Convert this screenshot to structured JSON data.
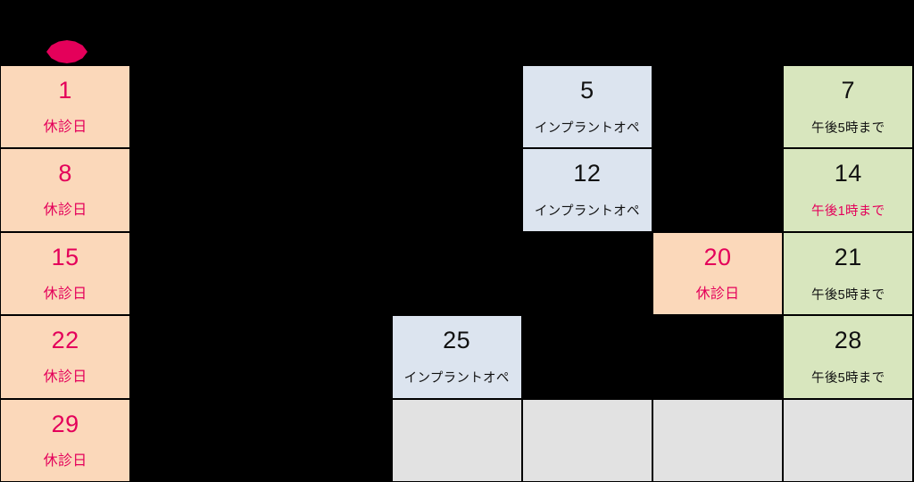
{
  "calendar": {
    "marker": {
      "name": "lens-marker",
      "color": "#E4005A"
    },
    "colors": {
      "background": "#000000",
      "closed_bg": "#FBD8BA",
      "implant_bg": "#DCE4EF",
      "shorthours_bg": "#D8E6BE",
      "inactive_bg": "#E2E2E2",
      "accent_pink": "#E4005A",
      "text_black": "#111111"
    },
    "columns": 7,
    "rows": 5,
    "cells": [
      {
        "day": "1",
        "note": "休診日",
        "type": "closed",
        "num_color": "pink",
        "note_color": "pink"
      },
      {
        "day": "",
        "note": "",
        "type": "empty",
        "num_color": "",
        "note_color": ""
      },
      {
        "day": "",
        "note": "",
        "type": "empty",
        "num_color": "",
        "note_color": ""
      },
      {
        "day": "",
        "note": "",
        "type": "empty",
        "num_color": "",
        "note_color": ""
      },
      {
        "day": "5",
        "note": "インプラントオペ",
        "type": "implant",
        "num_color": "black",
        "note_color": "black"
      },
      {
        "day": "",
        "note": "",
        "type": "empty",
        "num_color": "",
        "note_color": ""
      },
      {
        "day": "7",
        "note": "午後5時まで",
        "type": "short",
        "num_color": "black",
        "note_color": "black"
      },
      {
        "day": "8",
        "note": "休診日",
        "type": "closed",
        "num_color": "pink",
        "note_color": "pink"
      },
      {
        "day": "",
        "note": "",
        "type": "empty",
        "num_color": "",
        "note_color": ""
      },
      {
        "day": "",
        "note": "",
        "type": "empty",
        "num_color": "",
        "note_color": ""
      },
      {
        "day": "",
        "note": "",
        "type": "empty",
        "num_color": "",
        "note_color": ""
      },
      {
        "day": "12",
        "note": "インプラントオペ",
        "type": "implant",
        "num_color": "black",
        "note_color": "black"
      },
      {
        "day": "",
        "note": "",
        "type": "empty",
        "num_color": "",
        "note_color": ""
      },
      {
        "day": "14",
        "note": "午後1時まで",
        "type": "short",
        "num_color": "black",
        "note_color": "pink"
      },
      {
        "day": "15",
        "note": "休診日",
        "type": "closed",
        "num_color": "pink",
        "note_color": "pink"
      },
      {
        "day": "",
        "note": "",
        "type": "empty",
        "num_color": "",
        "note_color": ""
      },
      {
        "day": "",
        "note": "",
        "type": "empty",
        "num_color": "",
        "note_color": ""
      },
      {
        "day": "",
        "note": "",
        "type": "empty",
        "num_color": "",
        "note_color": ""
      },
      {
        "day": "",
        "note": "",
        "type": "empty",
        "num_color": "",
        "note_color": ""
      },
      {
        "day": "20",
        "note": "休診日",
        "type": "closed",
        "num_color": "pink",
        "note_color": "pink"
      },
      {
        "day": "21",
        "note": "午後5時まで",
        "type": "short",
        "num_color": "black",
        "note_color": "black"
      },
      {
        "day": "22",
        "note": "休診日",
        "type": "closed",
        "num_color": "pink",
        "note_color": "pink"
      },
      {
        "day": "",
        "note": "",
        "type": "empty",
        "num_color": "",
        "note_color": ""
      },
      {
        "day": "",
        "note": "",
        "type": "empty",
        "num_color": "",
        "note_color": ""
      },
      {
        "day": "25",
        "note": "インプラントオペ",
        "type": "implant",
        "num_color": "black",
        "note_color": "black"
      },
      {
        "day": "",
        "note": "",
        "type": "empty",
        "num_color": "",
        "note_color": ""
      },
      {
        "day": "",
        "note": "",
        "type": "empty",
        "num_color": "",
        "note_color": ""
      },
      {
        "day": "28",
        "note": "午後5時まで",
        "type": "short",
        "num_color": "black",
        "note_color": "black"
      },
      {
        "day": "29",
        "note": "休診日",
        "type": "closed",
        "num_color": "pink",
        "note_color": "pink"
      },
      {
        "day": "",
        "note": "",
        "type": "empty",
        "num_color": "",
        "note_color": ""
      },
      {
        "day": "",
        "note": "",
        "type": "empty",
        "num_color": "",
        "note_color": ""
      },
      {
        "day": "",
        "note": "",
        "type": "inactive",
        "num_color": "",
        "note_color": ""
      },
      {
        "day": "",
        "note": "",
        "type": "inactive",
        "num_color": "",
        "note_color": ""
      },
      {
        "day": "",
        "note": "",
        "type": "inactive",
        "num_color": "",
        "note_color": ""
      },
      {
        "day": "",
        "note": "",
        "type": "inactive",
        "num_color": "",
        "note_color": ""
      }
    ]
  }
}
